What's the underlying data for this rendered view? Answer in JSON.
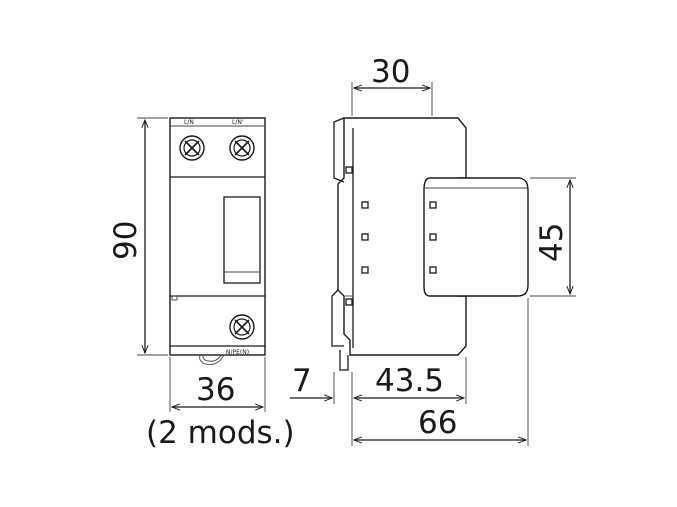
{
  "dimensions": {
    "height": "90",
    "width_front": "36",
    "modules": "(2 mods.)",
    "top_width": "30",
    "cover_height": "45",
    "rail_offset": "7",
    "depth_inner": "43.5",
    "depth_total": "66"
  },
  "terminal_labels": {
    "top_left": "L/N",
    "top_right": "L/N'",
    "bottom": "N/PE(N)"
  }
}
